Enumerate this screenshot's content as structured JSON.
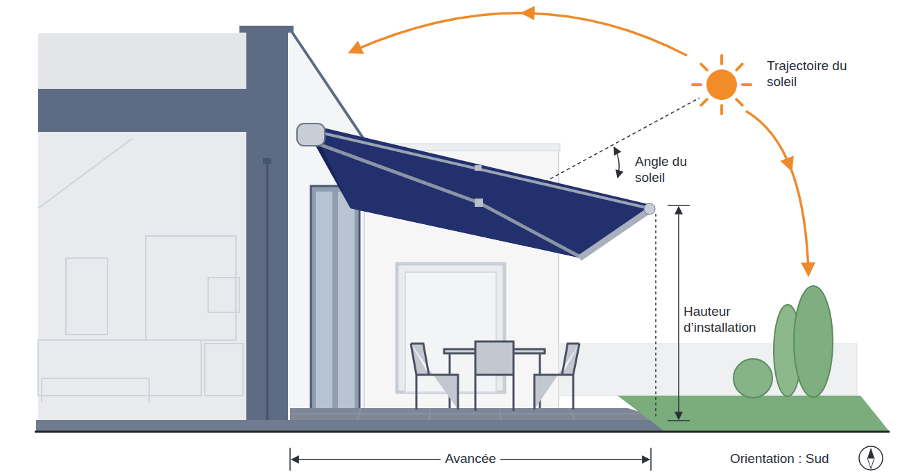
{
  "diagram": {
    "labels": [
      "Trajectoire du soleil",
      "Angle du soleil",
      "Hauteur d’installation",
      "Avancée",
      "Orientation : Sud"
    ]
  }
}
